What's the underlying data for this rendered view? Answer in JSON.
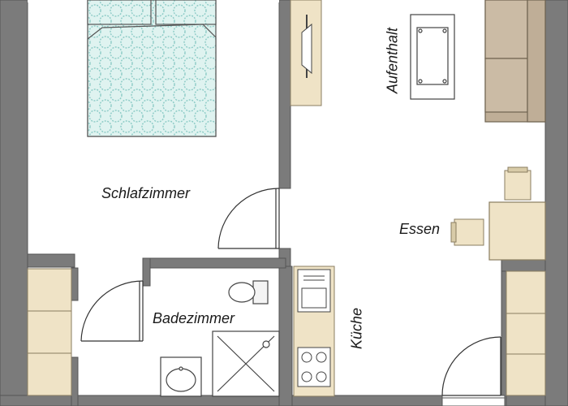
{
  "floorplan": {
    "rooms": {
      "schlafzimmer": "Schlafzimmer",
      "aufenthalt": "Aufenthalt",
      "essen": "Essen",
      "badezimmer": "Badezimmer",
      "kueche": "Küche"
    },
    "colors": {
      "wall": "#7b7b7b",
      "wall_edge": "#5a5a5a",
      "furniture": "#efe3c6",
      "furniture_edge": "#8a7d60",
      "sofa": "#bfae97",
      "bed_pattern": "#d8f0ee",
      "bed_ring": "#9fd3cf"
    }
  }
}
